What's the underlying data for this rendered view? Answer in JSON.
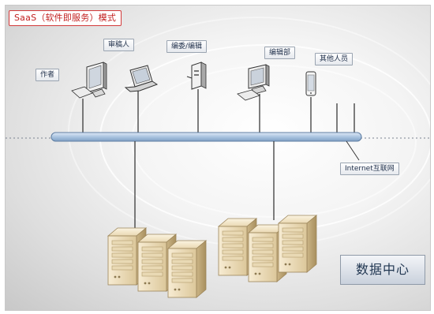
{
  "title": "SaaS（软件即服务）模式",
  "nodes": {
    "author": "作者",
    "reviewer": "审稿人",
    "editor": "编委/编辑",
    "editorial_office": "编辑部",
    "others": "其他人员"
  },
  "network_label": "Internet互联网",
  "datacenter_label": "数据中心",
  "colors": {
    "title_border": "#d23a3a",
    "title_text": "#c21e1e",
    "network_bar": "#aac4e0"
  }
}
